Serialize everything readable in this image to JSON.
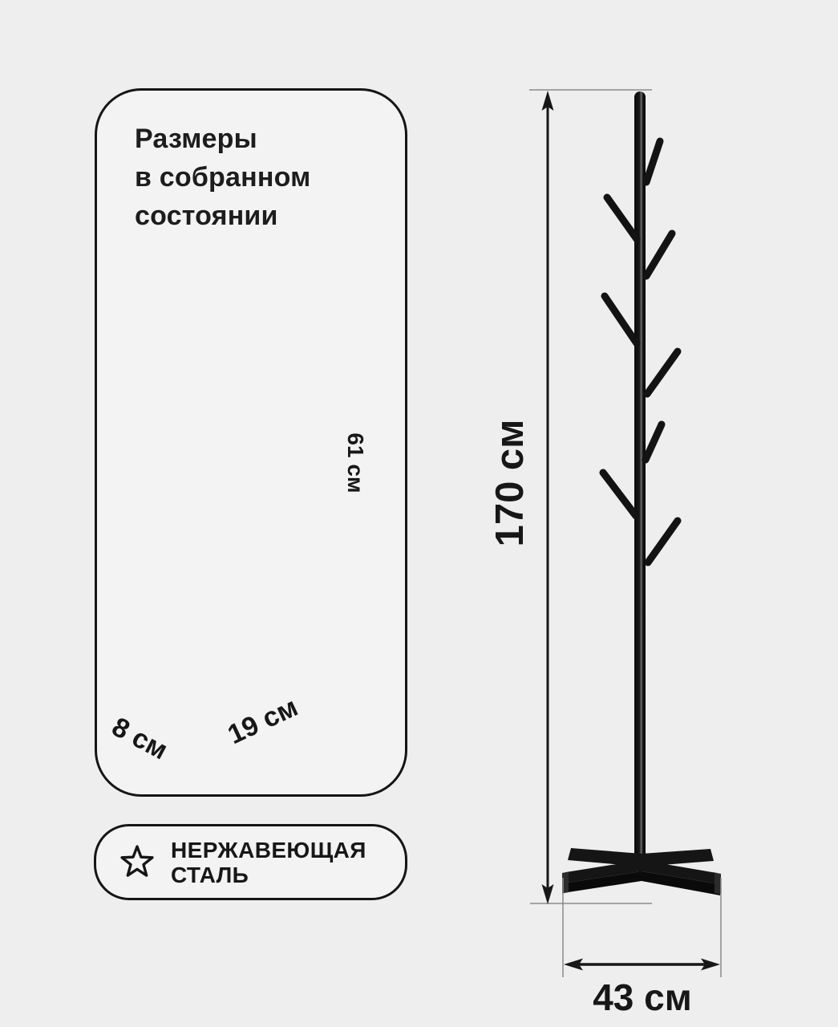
{
  "page": {
    "background": "#eeeeee",
    "accent": "#151515"
  },
  "dimensions_card": {
    "title": "Размеры\nв собранном\nсостоянии",
    "box": {
      "height_label": "61 см",
      "width_label": "19 см",
      "depth_label": "8 см",
      "cardboard_colors": {
        "top": "#e9d2a1",
        "left_face": "#cfa96b",
        "right_face": "#d2b377",
        "tape": "#a88851"
      }
    }
  },
  "material_card": {
    "icon": "star-icon",
    "label": "НЕРЖАВЕЮЩАЯ\nСТАЛЬ"
  },
  "rack": {
    "height_label": "170 см",
    "base_width_label": "43 см",
    "hooks_count": 8,
    "color": "#151515"
  }
}
